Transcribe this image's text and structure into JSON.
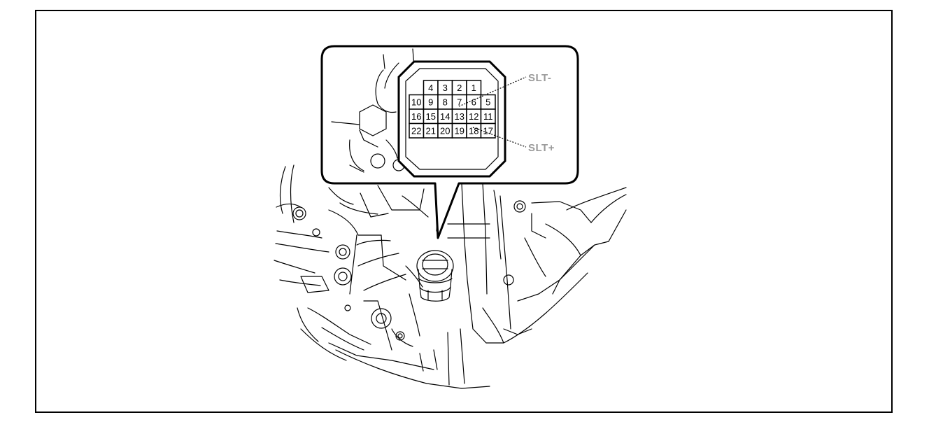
{
  "connector": {
    "rows": [
      [
        "",
        "4",
        "3",
        "2",
        "1",
        ""
      ],
      [
        "10",
        "9",
        "8",
        "7",
        "6",
        "5"
      ],
      [
        "16",
        "15",
        "14",
        "13",
        "12",
        "11"
      ],
      [
        "22",
        "21",
        "20",
        "19",
        "18",
        "17"
      ]
    ]
  },
  "labels": {
    "slt_minus": "SLT-",
    "slt_plus": "SLT+"
  },
  "colors": {
    "line": "#000000",
    "callout_text": "#9a9a9a",
    "background": "#ffffff"
  }
}
